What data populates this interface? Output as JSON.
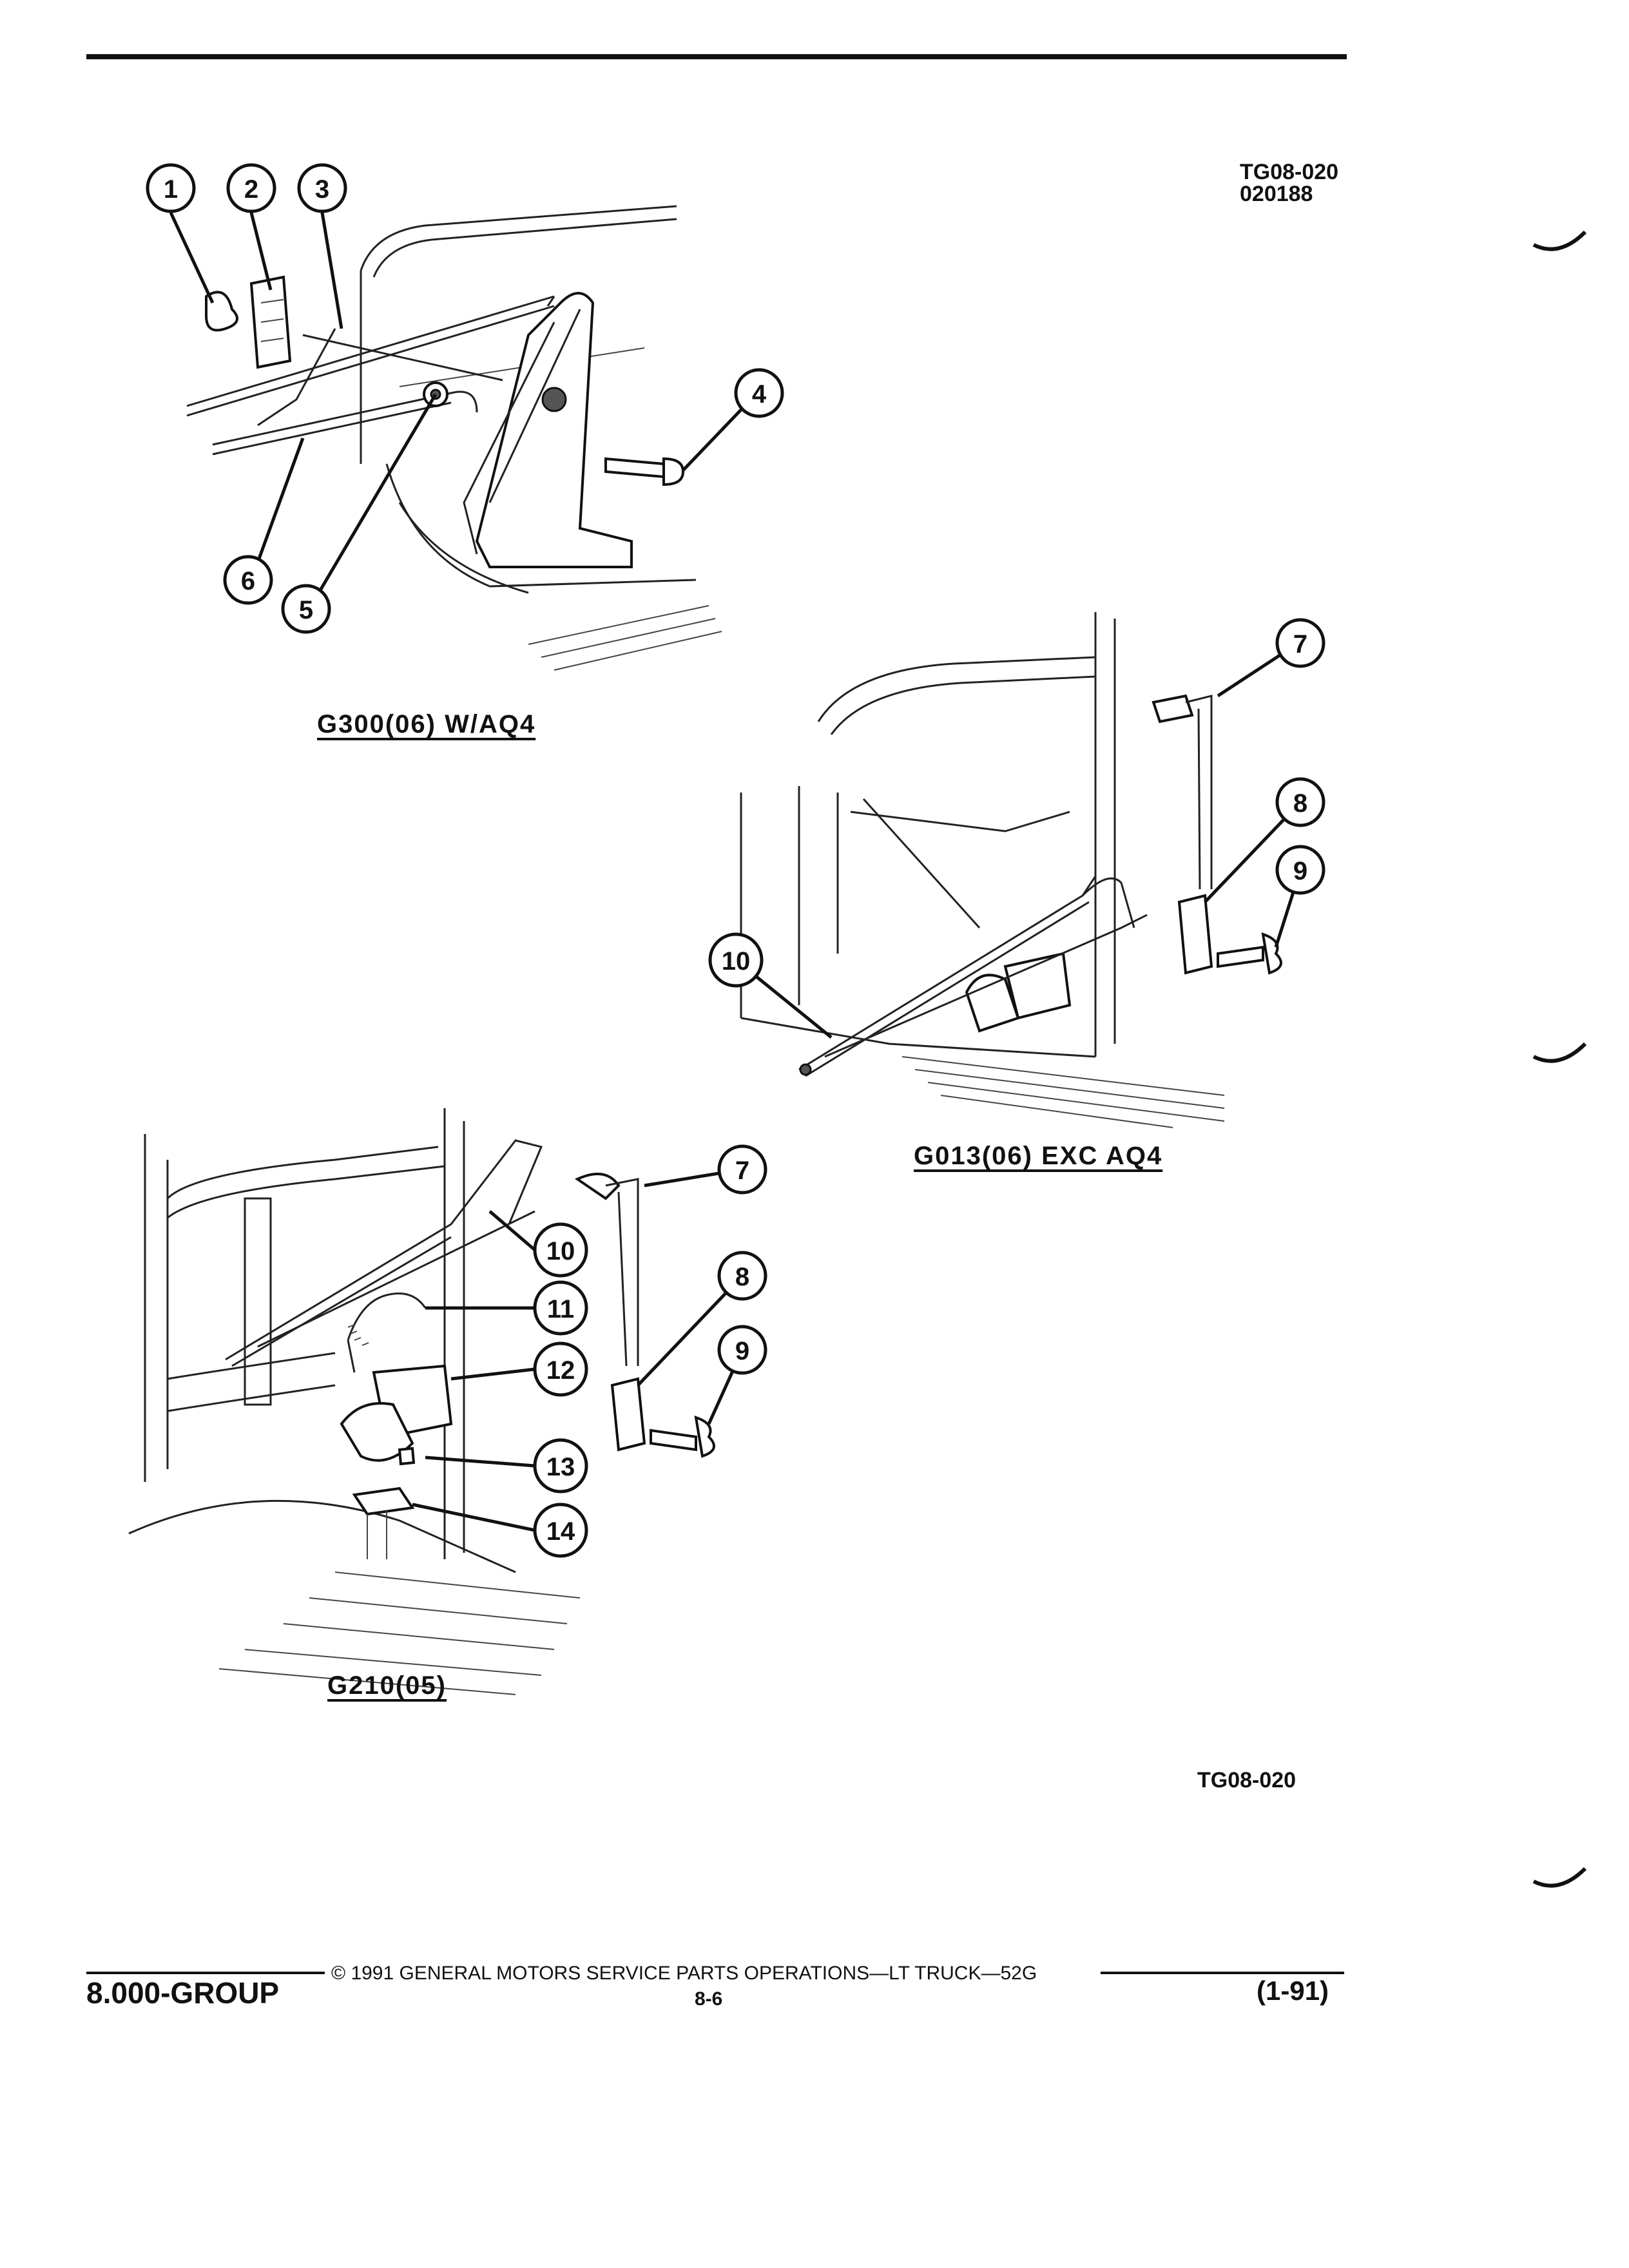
{
  "header": {
    "ref_line1": "TG08-020",
    "ref_line2": "020188"
  },
  "figures": [
    {
      "caption": "G300(06) W/AQ4"
    },
    {
      "caption": "G013(06) EXC AQ4"
    },
    {
      "caption": "G210(05)"
    }
  ],
  "callouts": [
    "1",
    "2",
    "3",
    "4",
    "5",
    "6",
    "7",
    "8",
    "9",
    "10",
    "7",
    "8",
    "9",
    "10",
    "11",
    "12",
    "13",
    "14"
  ],
  "figure_ref": "TG08-020",
  "footer": {
    "copyright": "© 1991 GENERAL MOTORS SERVICE PARTS OPERATIONS—LT TRUCK—52G",
    "page": "8-6",
    "group": "8.000-GROUP",
    "date": "(1-91)"
  }
}
